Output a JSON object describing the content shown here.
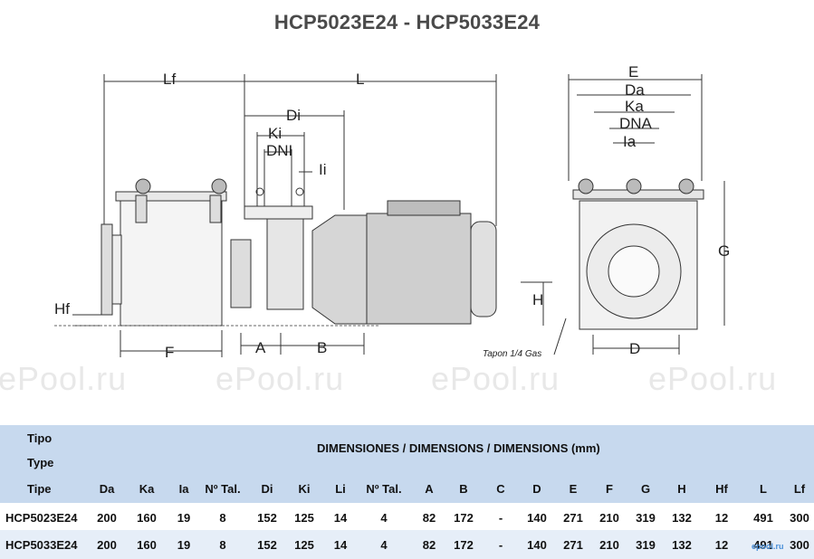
{
  "title": "HCP5023E24 - HCP5033E24",
  "watermark": "ePool.ru",
  "drawing": {
    "labels": {
      "Lf": "Lf",
      "L": "L",
      "Di": "Di",
      "Ki": "Ki",
      "DNI": "DNI",
      "Ii": "Ii",
      "E": "E",
      "Da": "Da",
      "Ka": "Ka",
      "DNA": "DNA",
      "Ia": "Ia",
      "Hf": "Hf",
      "H": "H",
      "G": "G",
      "F": "F",
      "A": "A",
      "B": "B",
      "D": "D"
    },
    "note": "Tapon 1/4 Gas"
  },
  "table": {
    "tipo_label": "Tipo",
    "type_label": "Type",
    "dimensions_title": "DIMENSIONES / DIMENSIONS / DIMENSIONS (mm)",
    "columns": [
      "Tipe",
      "Da",
      "Ka",
      "Ia",
      "Nº Tal.",
      "Di",
      "Ki",
      "Li",
      "Nº Tal.",
      "A",
      "B",
      "C",
      "D",
      "E",
      "F",
      "G",
      "H",
      "Hf",
      "L",
      "Lf"
    ],
    "rows": [
      [
        "HCP5023E24",
        "200",
        "160",
        "19",
        "8",
        "152",
        "125",
        "14",
        "4",
        "82",
        "172",
        "-",
        "140",
        "271",
        "210",
        "319",
        "132",
        "12",
        "491",
        "300"
      ],
      [
        "HCP5033E24",
        "200",
        "160",
        "19",
        "8",
        "152",
        "125",
        "14",
        "4",
        "82",
        "172",
        "-",
        "140",
        "271",
        "210",
        "319",
        "132",
        "12",
        "491",
        "300"
      ]
    ]
  },
  "logo_text": "epool.ru"
}
